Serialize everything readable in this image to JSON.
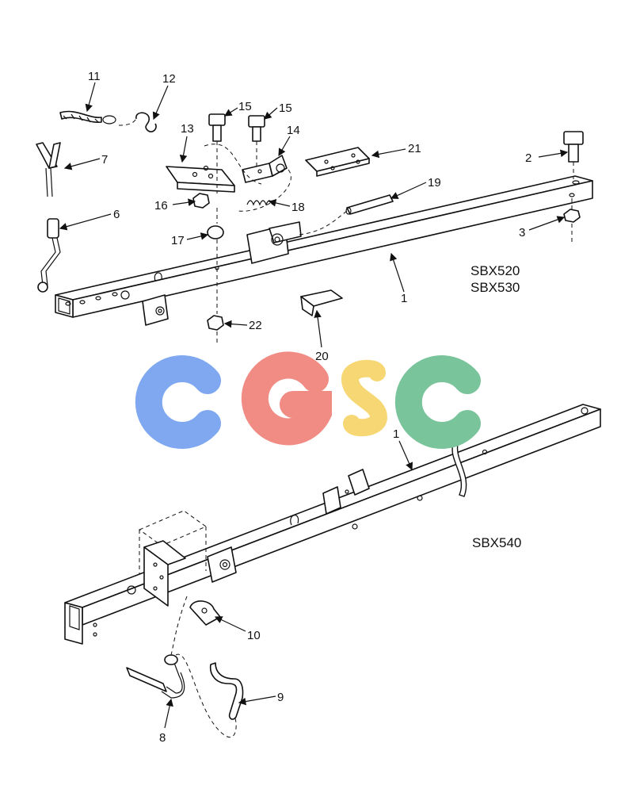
{
  "diagram": {
    "models_upper": [
      "SBX520",
      "SBX530"
    ],
    "model_lower": "SBX540",
    "watermark": {
      "text": "CGSC",
      "colors": [
        "#7fa8f0",
        "#f08c84",
        "#f7d774",
        "#79c49b"
      ]
    },
    "callouts_upper": [
      "11",
      "12",
      "15",
      "15",
      "13",
      "14",
      "7",
      "21",
      "2",
      "19",
      "6",
      "16",
      "18",
      "3",
      "17",
      "1",
      "22",
      "20"
    ],
    "callouts_lower": [
      "1",
      "10",
      "9",
      "8"
    ]
  }
}
